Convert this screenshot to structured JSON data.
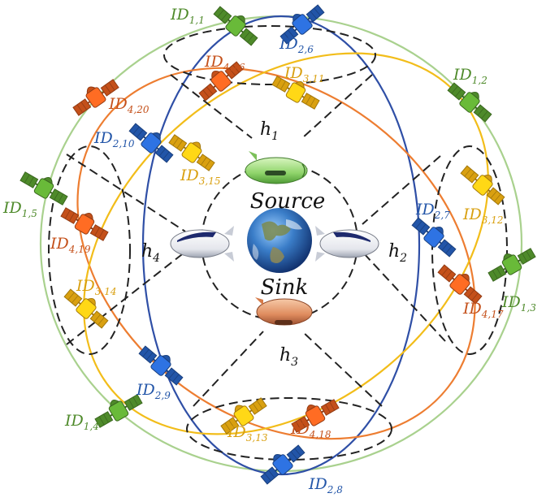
{
  "colors": {
    "orbit_green": "#a9d18e",
    "orbit_blue": "#2f4fa6",
    "orbit_orange": "#ed7d31",
    "orbit_yellow": "#f2bd1a",
    "sat_green": "#4e8a2a",
    "sat_blue": "#2255a8",
    "sat_yellow": "#d9a010",
    "sat_orange": "#c4501a",
    "dash": "#222222"
  },
  "center": {
    "source": "Source",
    "sink": "Sink"
  },
  "haps": [
    {
      "id": "h1",
      "base": "h",
      "sub": "1"
    },
    {
      "id": "h2",
      "base": "h",
      "sub": "2"
    },
    {
      "id": "h3",
      "base": "h",
      "sub": "3"
    },
    {
      "id": "h4",
      "base": "h",
      "sub": "4"
    }
  ],
  "satellites": [
    {
      "base": "ID",
      "sub": "1,1",
      "color": "#4e8a2a"
    },
    {
      "base": "ID",
      "sub": "1,2",
      "color": "#4e8a2a"
    },
    {
      "base": "ID",
      "sub": "1,3",
      "color": "#4e8a2a"
    },
    {
      "base": "ID",
      "sub": "1,4",
      "color": "#4e8a2a"
    },
    {
      "base": "ID",
      "sub": "1,5",
      "color": "#4e8a2a"
    },
    {
      "base": "ID",
      "sub": "2,6",
      "color": "#2255a8"
    },
    {
      "base": "ID",
      "sub": "2,7",
      "color": "#2255a8"
    },
    {
      "base": "ID",
      "sub": "2,8",
      "color": "#2255a8"
    },
    {
      "base": "ID",
      "sub": "2,9",
      "color": "#2255a8"
    },
    {
      "base": "ID",
      "sub": "2,10",
      "color": "#2255a8"
    },
    {
      "base": "ID",
      "sub": "3,11",
      "color": "#d9a010"
    },
    {
      "base": "ID",
      "sub": "3,12",
      "color": "#d9a010"
    },
    {
      "base": "ID",
      "sub": "3,13",
      "color": "#d9a010"
    },
    {
      "base": "ID",
      "sub": "3,14",
      "color": "#d9a010"
    },
    {
      "base": "ID",
      "sub": "3,15",
      "color": "#d9a010"
    },
    {
      "base": "ID",
      "sub": "4,16",
      "color": "#c4501a"
    },
    {
      "base": "ID",
      "sub": "4,17",
      "color": "#c4501a"
    },
    {
      "base": "ID",
      "sub": "4,18",
      "color": "#c4501a"
    },
    {
      "base": "ID",
      "sub": "4,19",
      "color": "#c4501a"
    },
    {
      "base": "ID",
      "sub": "4,20",
      "color": "#c4501a"
    }
  ]
}
